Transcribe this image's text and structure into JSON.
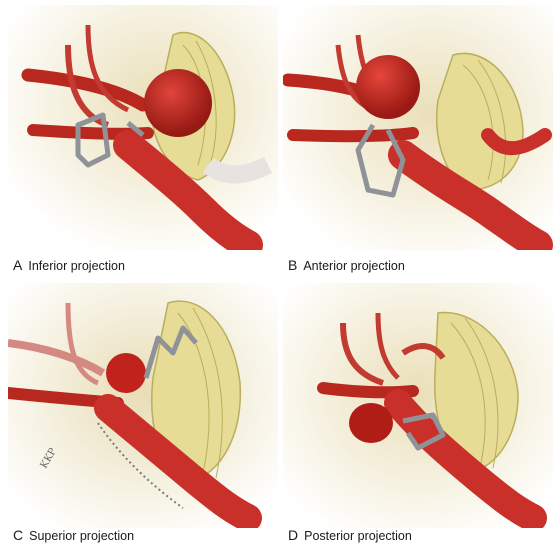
{
  "panels": [
    {
      "letter": "A",
      "caption": "Inferior projection"
    },
    {
      "letter": "B",
      "caption": "Anterior projection"
    },
    {
      "letter": "C",
      "caption": "Superior projection"
    },
    {
      "letter": "D",
      "caption": "Posterior projection"
    }
  ],
  "signature": "KKP",
  "colors": {
    "artery": "#c9302a",
    "artery_dark": "#8e1b16",
    "aneurysm": "#c0221c",
    "nerve": "#e8df9a",
    "nerve_line": "#b9ae5c",
    "clip": "#9a9ea3",
    "background": "#efe6c8"
  }
}
